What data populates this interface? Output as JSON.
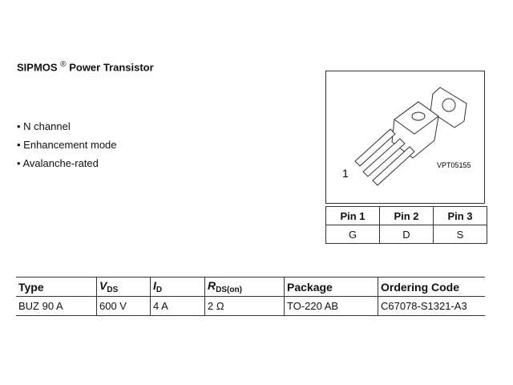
{
  "title": {
    "brand": "SIPMOS",
    "reg": "®",
    "rest": "Power Transistor"
  },
  "features": [
    "• N channel",
    "• Enhancement mode",
    "• Avalanche-rated"
  ],
  "package_image": {
    "pin_marker": "1",
    "code": "VPT05155"
  },
  "pins": {
    "headers": [
      "Pin 1",
      "Pin 2",
      "Pin 3"
    ],
    "values": [
      "G",
      "D",
      "S"
    ]
  },
  "table": {
    "headers": [
      {
        "main": "Type"
      },
      {
        "main": "V",
        "sub": "DS"
      },
      {
        "main": "I",
        "sub": "D"
      },
      {
        "main": "R",
        "sub": "DS(on)"
      },
      {
        "main": "Package"
      },
      {
        "main": "Ordering Code"
      }
    ],
    "row": [
      "BUZ 90 A",
      "600 V",
      "4 A",
      "2 Ω",
      "TO-220 AB",
      "C67078-S1321-A3"
    ]
  }
}
